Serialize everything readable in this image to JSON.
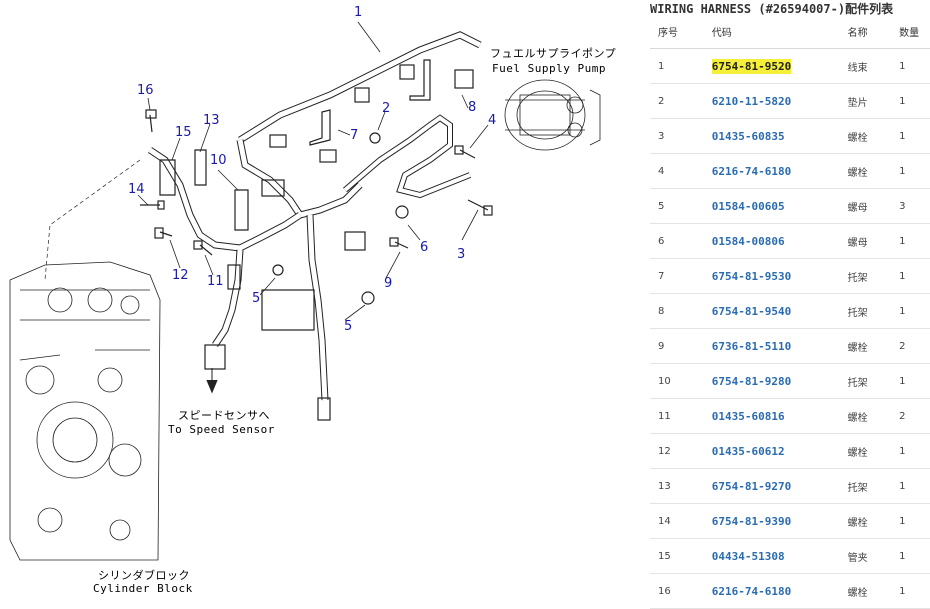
{
  "panel": {
    "title": "WIRING HARNESS (#26594007-)配件列表",
    "columns": {
      "no": "序号",
      "code": "代码",
      "name": "名称",
      "qty": "数量"
    },
    "rows": [
      {
        "no": "1",
        "code": "6754-81-9520",
        "name": "线束",
        "qty": "1",
        "highlight": true
      },
      {
        "no": "2",
        "code": "6210-11-5820",
        "name": "垫片",
        "qty": "1"
      },
      {
        "no": "3",
        "code": "01435-60835",
        "name": "螺栓",
        "qty": "1"
      },
      {
        "no": "4",
        "code": "6216-74-6180",
        "name": "螺栓",
        "qty": "1"
      },
      {
        "no": "5",
        "code": "01584-00605",
        "name": "螺母",
        "qty": "3"
      },
      {
        "no": "6",
        "code": "01584-00806",
        "name": "螺母",
        "qty": "1"
      },
      {
        "no": "7",
        "code": "6754-81-9530",
        "name": "托架",
        "qty": "1"
      },
      {
        "no": "8",
        "code": "6754-81-9540",
        "name": "托架",
        "qty": "1"
      },
      {
        "no": "9",
        "code": "6736-81-5110",
        "name": "螺栓",
        "qty": "2"
      },
      {
        "no": "10",
        "code": "6754-81-9280",
        "name": "托架",
        "qty": "1"
      },
      {
        "no": "11",
        "code": "01435-60816",
        "name": "螺栓",
        "qty": "2"
      },
      {
        "no": "12",
        "code": "01435-60612",
        "name": "螺栓",
        "qty": "1"
      },
      {
        "no": "13",
        "code": "6754-81-9270",
        "name": "托架",
        "qty": "1"
      },
      {
        "no": "14",
        "code": "6754-81-9390",
        "name": "螺栓",
        "qty": "1"
      },
      {
        "no": "15",
        "code": "04434-51308",
        "name": "管夹",
        "qty": "1"
      },
      {
        "no": "16",
        "code": "6216-74-6180",
        "name": "螺栓",
        "qty": "1"
      }
    ]
  },
  "diagram": {
    "callouts": [
      "1",
      "2",
      "3",
      "4",
      "5",
      "5",
      "6",
      "7",
      "8",
      "9",
      "10",
      "11",
      "12",
      "13",
      "14",
      "15",
      "16"
    ],
    "notes": {
      "fuel_pump_jp": "フュエルサプライポンプ",
      "fuel_pump_en": "Fuel Supply Pump",
      "speed_sensor_jp": "スピードセンサへ",
      "speed_sensor_en": "To Speed Sensor",
      "cylinder_block_jp": "シリンダブロック",
      "cylinder_block_en": "Cylinder Block"
    }
  },
  "colors": {
    "callout": "#1a1aa8",
    "link": "#2b6cb0",
    "highlight": "#f5ef3a"
  }
}
